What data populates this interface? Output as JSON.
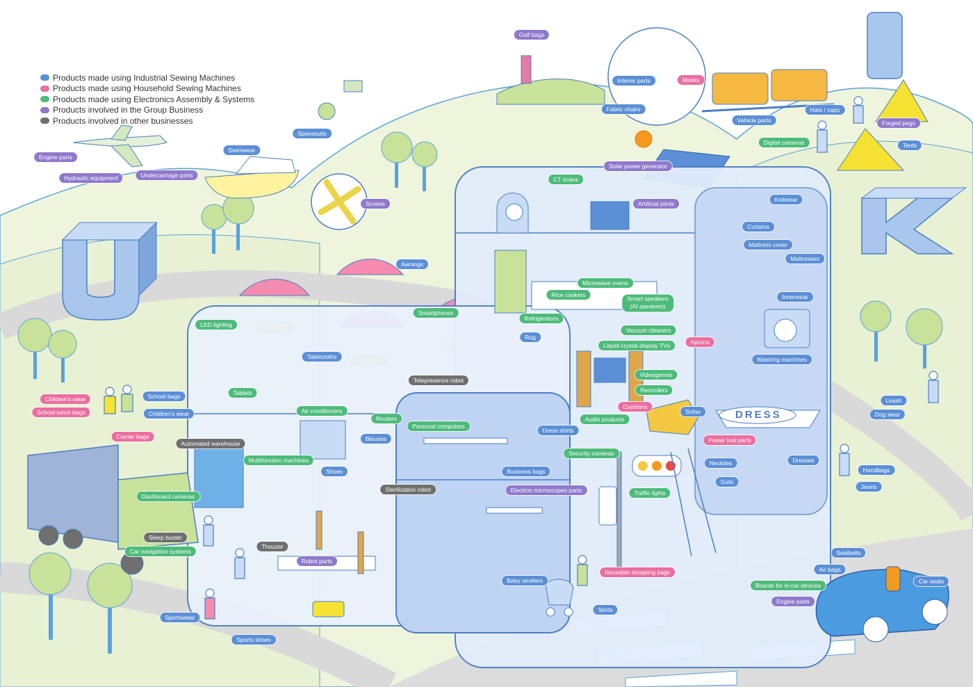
{
  "legend": [
    {
      "label": "Products made using Industrial Sewing Machines",
      "color": "#5b8fd6",
      "key": "industrial"
    },
    {
      "label": "Products made using Household Sewing Machines",
      "color": "#ea6f9f",
      "key": "household"
    },
    {
      "label": "Products made using Electronics Assembly & Systems",
      "color": "#4dbb7a",
      "key": "electronics"
    },
    {
      "label": "Products involved in the Group Business",
      "color": "#8f79cc",
      "key": "group"
    },
    {
      "label": "Products involved in other businesses",
      "color": "#6f6f6f",
      "key": "other"
    }
  ],
  "scene_letters": [
    "U",
    "K"
  ],
  "building_sign": "DRESS",
  "labels": {
    "golf_bags": "Golf bags",
    "interior_parts": "Interior parts",
    "masks": "Masks",
    "fabric_chairs": "Fabric chairs",
    "vehicle_parts": "Vehicle parts",
    "hats_caps": "Hats / caps",
    "forged_pegs": "Forged pegs",
    "tents": "Tents",
    "digital_cameras": "Digital cameras",
    "solar_power_generator": "Solar power generator",
    "spacesuits": "Spacesuits",
    "engine_parts_plane": "Engine parts",
    "hydraulic_equipment": "Hydraulic equipment",
    "undercarriage_parts": "Undercarriage parts",
    "swimwear": "Swimwear",
    "screws": "Screws",
    "ct_scans": "CT scans",
    "artificial_joints": "Artificial joints",
    "knitwear": "Knitwear",
    "curtains": "Curtains",
    "mattress_cover": "Mattress cover",
    "mattresses": "Mattresses",
    "awnings": "Awnings",
    "microwave_ovens": "Microwave ovens",
    "rice_cookers": "Rice cookers",
    "smart_speakers": "Smart speakers",
    "smart_speakers_sub": "(AI speakers)",
    "innerwear": "Innerwear",
    "led_lighting": "LED lighting",
    "smartphones": "Smartphones",
    "refrigerators": "Refrigerators",
    "vacuum_cleaners": "Vacuum cleaners",
    "tablecloths": "Tablecloths",
    "rug": "Rug",
    "liquid_crystal_display_tvs": "Liquid crystal display TVs",
    "aprons": "Aprons",
    "washing_machines": "Washing machines",
    "telepresence_robot": "Telepresence robot",
    "videogames": "Videogames",
    "recorders": "Recorders",
    "cushions": "Cushions",
    "sofas": "Sofas",
    "audio_products": "Audio products",
    "childrens_wear_pink": "Children's wear",
    "school_bags": "School bags",
    "school_lunch_bags": "School lunch bags",
    "childrens_wear_blue": "Children's wear",
    "carrier_bags": "Carrier bags",
    "tablets": "Tablets",
    "air_conditioners": "Air conditioners",
    "routers": "Routers",
    "blouses": "Blouses",
    "personal_computers": "Personal computers",
    "dress_shirts": "Dress shirts",
    "automated_warehouse": "Automated warehouse",
    "multifunction_machines": "Multifunction machines",
    "shoes": "Shoes",
    "sterilization_robot": "Sterilization robot",
    "business_bags": "Business bags",
    "security_cameras": "Security cameras",
    "power_tool_parts": "Power tool parts",
    "leash": "Leash",
    "dog_wear": "Dog wear",
    "neckties": "Neckties",
    "dresses": "Dresses",
    "handbags": "Handbags",
    "suits": "Suits",
    "jeans": "Jeans",
    "dashboard_cameras": "Dashboard cameras",
    "electron_microscopes_parts": "Electron microscopes parts",
    "traffic_lights": "Traffic lights",
    "sleep_buster": "Sleep buster",
    "car_navigation_systems": "Car navigation systems",
    "thouzer": "Thouzer",
    "robot_parts": "Robot parts",
    "seatbelts": "Seatbelts",
    "air_bags": "Air bags",
    "reusable_shopping_bags": "Reusable shopping bags",
    "car_seats": "Car seats",
    "boards_for_in_car_devices": "Boards for in-car devices",
    "baby_strollers": "Baby strollers",
    "engine_parts_car": "Engine parts",
    "sportswear": "Sportswear",
    "skirts": "Skirts",
    "sports_shoes": "Sports shoes"
  }
}
